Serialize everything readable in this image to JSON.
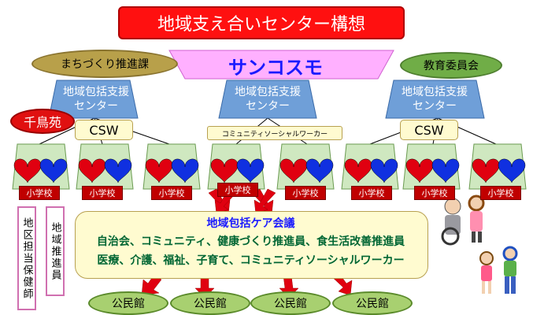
{
  "title": "地域支え合いセンター構想",
  "sancosmo": "サンコスモ",
  "machizukuri": "まちづくり推進課",
  "kyouiku": "教育委員会",
  "chidorien": "千鳥苑",
  "centers": [
    {
      "line1": "地域包括支援",
      "line2": "センター"
    },
    {
      "line1": "地域包括支援",
      "line2": "センター"
    },
    {
      "line1": "地域包括支援",
      "line2": "センター"
    }
  ],
  "csw_left": "CSW",
  "csw_right": "CSW",
  "csw_center": "コミュニティソーシャルワーカー",
  "school": "小学校",
  "vertical_left": "地区担当保健師",
  "vertical_right": "地域推進員",
  "care": {
    "title": "地域包括ケア会議",
    "line1": "自治会、コミュニティ、健康づくり推進員、食生活改善推進員",
    "line2": "医療、介護、福祉、子育て、コミュニティソーシャルワーカー"
  },
  "kominkan": [
    "公民館",
    "公民館",
    "公民館",
    "公民館"
  ],
  "colors": {
    "title_red": "#ff1010",
    "blue": "#1a1aff",
    "pink": "#ffb0ff",
    "center_blue": "#6f9fd8",
    "green": "#70ad47"
  }
}
